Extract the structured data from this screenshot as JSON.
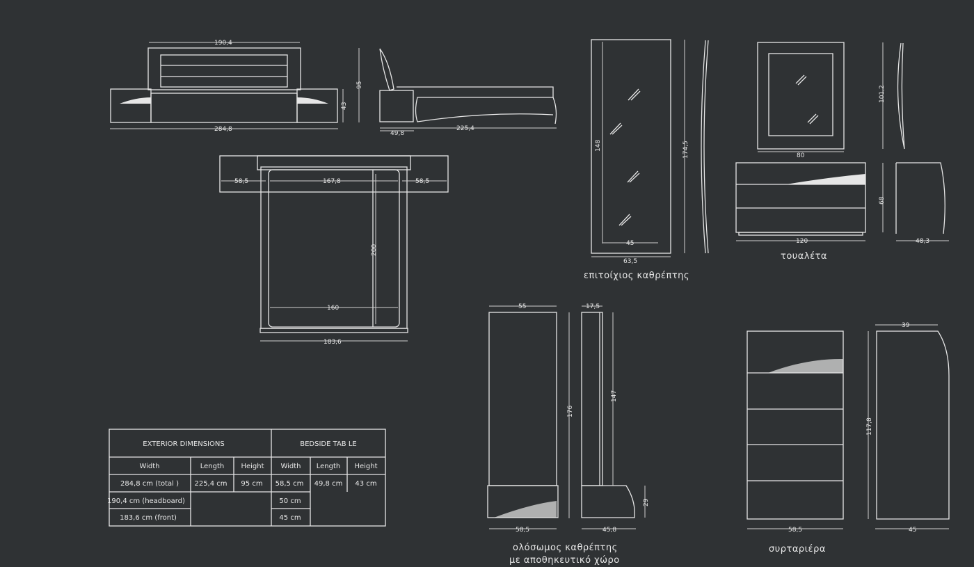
{
  "bed_front": {
    "headboard_width": "190,4",
    "total_width": "284,8",
    "table_height": "43",
    "total_height": "95"
  },
  "bed_side": {
    "table_length": "49,8",
    "bed_length": "225,4"
  },
  "bed_top": {
    "left_table": "58,5",
    "inner_width": "167,8",
    "right_table": "58,5",
    "length": "200",
    "mattress_width": "160",
    "front_width": "183,6"
  },
  "wall_mirror": {
    "glass_height": "148",
    "total_height": "174,5",
    "glass_width": "45",
    "total_width": "63,5",
    "caption": "επιτοίχιος καθρέπτης"
  },
  "vanity": {
    "mirror_height": "101,2",
    "mirror_width": "80",
    "height": "68",
    "width": "120",
    "depth": "48,3",
    "caption": "τουαλέτα"
  },
  "floor_mirror": {
    "width": "55",
    "depth_top": "17,5",
    "height": "176",
    "mirror_height": "147",
    "base_height": "29",
    "base_width": "58,5",
    "base_depth": "45,8",
    "caption_line1": "ολόσωμος καθρέπτης",
    "caption_line2": "με αποθηκευτικό χώρο"
  },
  "chest": {
    "depth_top": "39",
    "height": "117,8",
    "width": "58,5",
    "depth": "45",
    "caption": "συρταριέρα"
  },
  "table": {
    "header_exterior": "EXTERIOR DIMENSIONS",
    "header_bedside": "BEDSIDE TAB LE",
    "columns": [
      "Width",
      "Length",
      "Height",
      "Width",
      "Length",
      "Height"
    ],
    "row1": [
      "284,8 cm (total   )",
      "225,4 cm",
      "95 cm",
      "58,5 cm",
      "49,8 cm",
      "43 cm"
    ],
    "row2": [
      "190,4 cm (headboard)",
      "50 cm"
    ],
    "row3": [
      "183,6 cm (front)",
      "45 cm"
    ]
  }
}
